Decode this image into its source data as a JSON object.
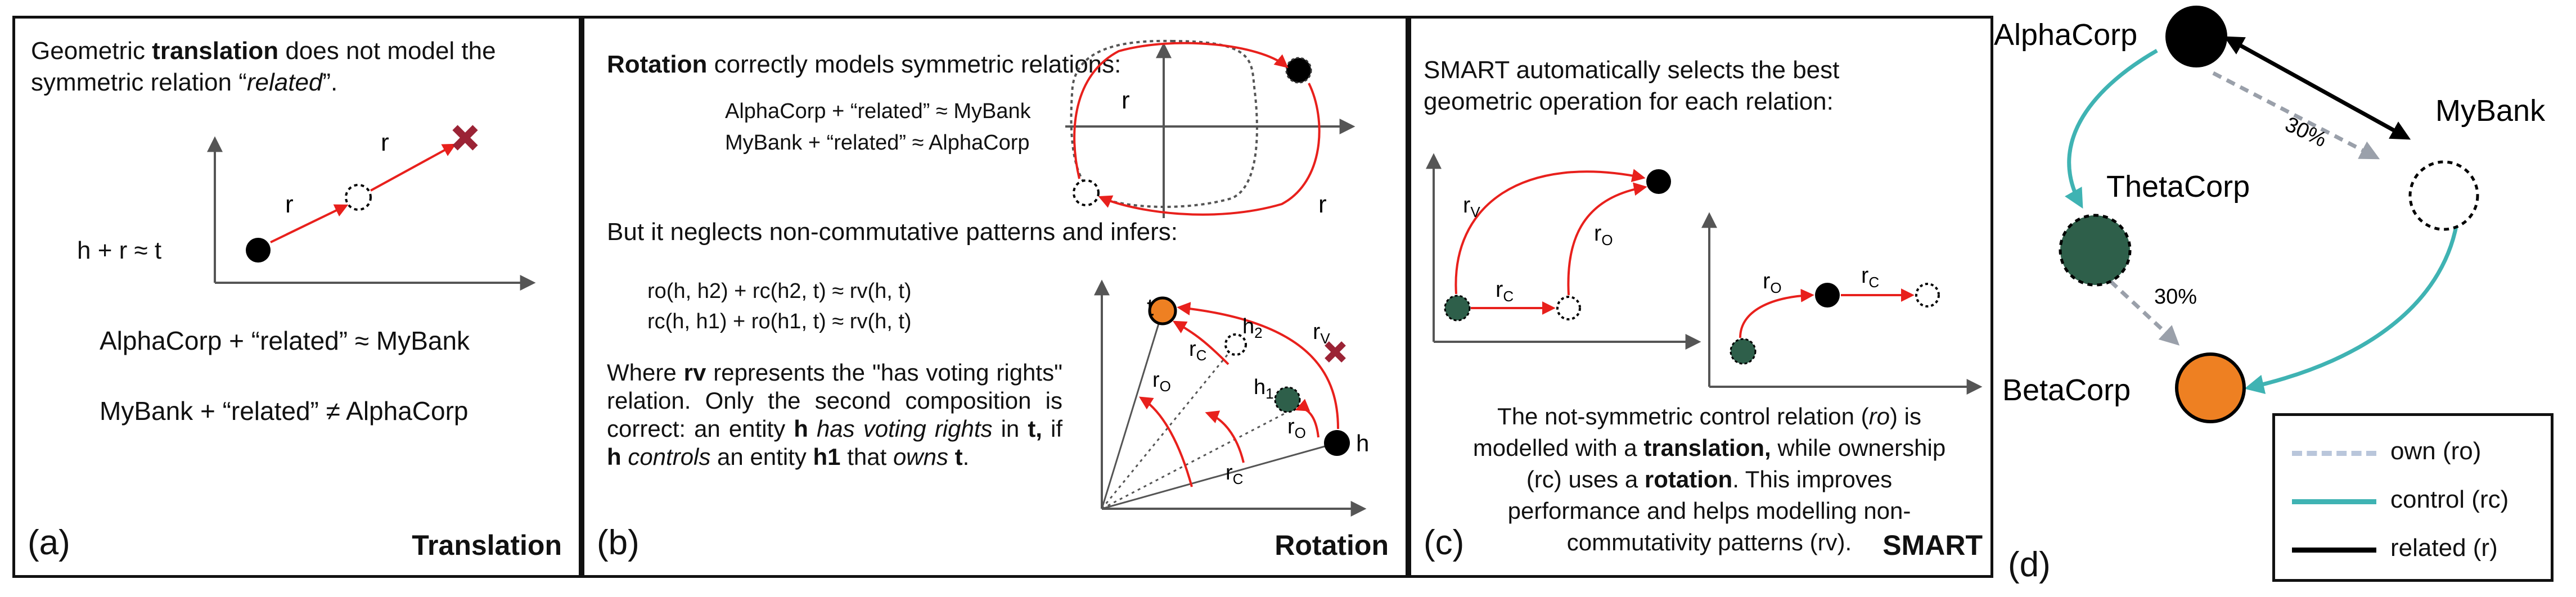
{
  "panel_a": {
    "letter": "(a)",
    "title": "Translation",
    "desc_pre": "Geometric ",
    "desc_bold": "translation",
    "desc_mid": " does not model the",
    "desc_line2_pre": "symmetric relation “",
    "desc_italic": "related",
    "desc_line2_post": "”.",
    "eq_hrt": "h + r ≈ t",
    "r1": "r",
    "r2": "r",
    "eq1": "AlphaCorp + “related” ≈ MyBank",
    "eq2": "MyBank + “related” ≠ AlphaCorp"
  },
  "panel_b": {
    "letter": "(b)",
    "title": "Rotation",
    "intro_bold": "Rotation",
    "intro_rest": " correctly models symmetric relations:",
    "eq1": "AlphaCorp + “related” ≈ MyBank",
    "eq2": "MyBank + “related” ≈ AlphaCorp",
    "r_top": "r",
    "r_bottom": "r",
    "neglect": "But it neglects non-commutative patterns and infers:",
    "comp1": "ro(h, h2) + rc(h2, t) ≈  rv(h, t)",
    "comp2": "rc(h, h1) + ro(h1, t) ≈ rv(h, t)",
    "where_1": "Where ",
    "where_rv": "rv",
    "where_2": " represents the \"has voting",
    "where_3": "rights\" relation. Only the second",
    "where_4": "composition is correct: an entity ",
    "where_h": "h",
    "where_5": "has voting rights",
    "where_6": " in ",
    "where_t": "t,",
    "where_7": " if ",
    "where_h2": "h",
    "where_8": " controls",
    "where_9": " an",
    "where_10": "entity ",
    "where_h1": "h1",
    "where_11": " that ",
    "where_owns": "owns",
    "where_12": " ",
    "where_t2": "t",
    "where_13": ".",
    "lbl_t": "t",
    "lbl_h": "h",
    "lbl_h2": "h",
    "lbl_h2_sub": "2",
    "lbl_h1": "h",
    "lbl_h1_sub": "1",
    "lbl_rv": "r",
    "lbl_rv_sub": "V",
    "lbl_rc1": "r",
    "lbl_rc1_sub": "C",
    "lbl_ro1": "r",
    "lbl_ro1_sub": "O",
    "lbl_ro2": "r",
    "lbl_ro2_sub": "O",
    "lbl_rc2": "r",
    "lbl_rc2_sub": "C"
  },
  "panel_c": {
    "letter": "(c)",
    "title": "SMART",
    "intro1": "SMART automatically selects the best",
    "intro2": "geometric operation for each relation:",
    "lbl_rv": "r",
    "lbl_rv_sub": "V",
    "lbl_ro1": "r",
    "lbl_ro1_sub": "O",
    "lbl_rc1": "r",
    "lbl_rc1_sub": "C",
    "lbl_ro2": "r",
    "lbl_ro2_sub": "O",
    "lbl_rc2": "r",
    "lbl_rc2_sub": "C",
    "p1": "The not-symmetric control relation (",
    "p1_it": "ro",
    "p1_end": ") is",
    "p2": "modelled with a ",
    "p2_b": "translation,",
    "p2_end": " while ownership",
    "p3": "(rc) uses a ",
    "p3_b": "rotation",
    "p3_end": ". This improves",
    "p4": "performance and helps modelling non-",
    "p5": "commutativity patterns (rv)."
  },
  "panel_d": {
    "letter": "(d)",
    "nodes": {
      "alphacorp": "AlphaCorp",
      "mybank": "MyBank",
      "thetacorp": "ThetaCorp",
      "betacorp": "BetaCorp"
    },
    "pct1": "30%",
    "pct2": "30%",
    "legend": {
      "own": "own (ro)",
      "control": "control (rc)",
      "related": "related (r)"
    },
    "colors": {
      "own": "#9aa0aa",
      "own_legend": "#b9c6db",
      "control": "#3fb3b3",
      "related": "#000000",
      "theta": "#2e5f4a",
      "beta": "#ee8022"
    }
  },
  "colors": {
    "red_arrow": "#e8201c",
    "cross": "#9b2335",
    "orange": "#ee8022",
    "green": "#2e5f4a"
  }
}
